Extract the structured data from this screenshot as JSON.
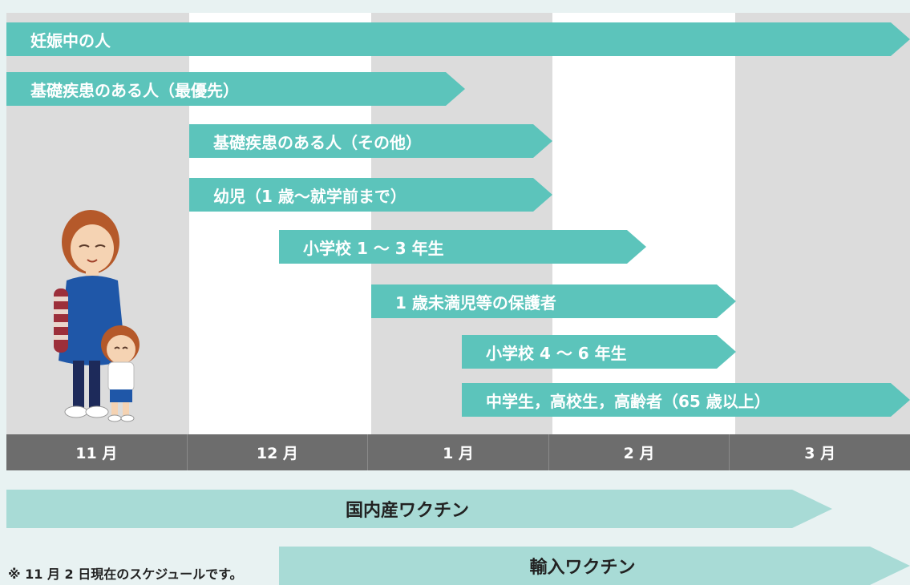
{
  "groups": [
    {
      "label": "妊娠中の人"
    },
    {
      "label": "基礎疾患のある人（最優先）"
    },
    {
      "label": "基礎疾患のある人（その他）"
    },
    {
      "label": "幼児（1 歳〜就学前まで）"
    },
    {
      "label": "小学校 1 〜 3 年生"
    },
    {
      "label": "1 歳未満児等の保護者"
    },
    {
      "label": "小学校 4 〜 6 年生"
    },
    {
      "label": "中学生，高校生，高齢者（65 歳以上）"
    }
  ],
  "months": [
    "11 月",
    "12 月",
    "1 月",
    "2 月",
    "3 月"
  ],
  "vaccines": {
    "domestic": "国内産ワクチン",
    "imported": "輸入ワクチン"
  },
  "note": "※ 11 月 2 日現在のスケジュールです。",
  "colors": {
    "arrow": "#5cc4bb",
    "vaccine_arrow": "#a8dbd6",
    "month_bar": "#6d6d6d",
    "column_gray": "#dcdcdc",
    "column_white": "#ffffff",
    "background": "#e8f2f2"
  },
  "illustration": {
    "icon": "mother-and-child-illustration"
  }
}
